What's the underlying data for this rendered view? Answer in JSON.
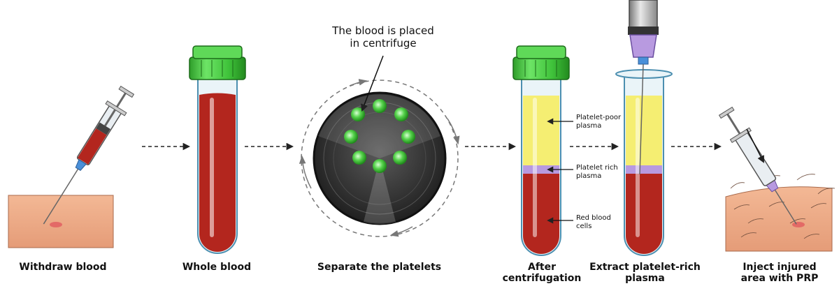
{
  "steps": [
    {
      "label": "Withdraw blood"
    },
    {
      "label": "Whole blood"
    },
    {
      "label": "Separate the platelets"
    },
    {
      "label": "After\ncentrifugation"
    },
    {
      "label": "Extract platelet-rich\nplasma"
    },
    {
      "label": "Inject injured\narea with PRP"
    }
  ],
  "centrifuge_callout": "The blood is placed\nin centrifuge",
  "layers": {
    "platelet_poor": "Platelet-poor\nplasma",
    "platelet_rich": "Platelet rich\nplasma",
    "red_cells": "Red blood\ncells"
  },
  "colors": {
    "blood": "#b3261e",
    "plasma": "#f5ee72",
    "platelet_layer": "#b89ae0",
    "cap": "#3fc23a",
    "skin": "#eda884",
    "centrifuge": "#2c2c2c"
  }
}
